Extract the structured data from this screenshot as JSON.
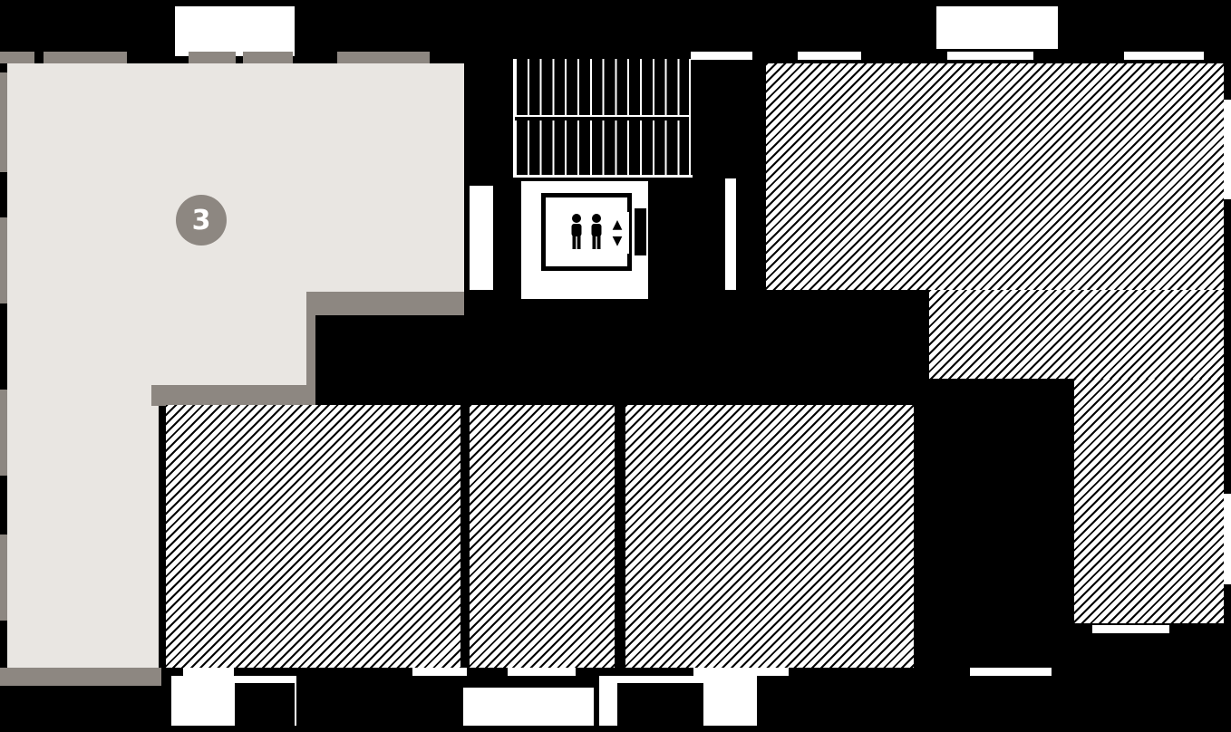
{
  "plan": {
    "selected_unit_badge": {
      "label": "3"
    },
    "colors": {
      "wall": "#000000",
      "unit_highlight": "#e9e6e2",
      "unit_wall": "#8d8781",
      "hatch_bg": "#ffffff",
      "hatch_line": "#000000"
    },
    "icons": {
      "elevator_persons": "elevator-persons-icon",
      "arrow_up": "▲",
      "arrow_down": "▼"
    },
    "units": [
      {
        "id": "unit-3",
        "state": "highlighted",
        "badge": "3"
      },
      {
        "id": "unit-top-right",
        "state": "hatched"
      },
      {
        "id": "unit-bottom-left",
        "state": "hatched"
      },
      {
        "id": "unit-bottom-middle",
        "state": "hatched"
      },
      {
        "id": "unit-bottom-right",
        "state": "hatched"
      }
    ]
  }
}
